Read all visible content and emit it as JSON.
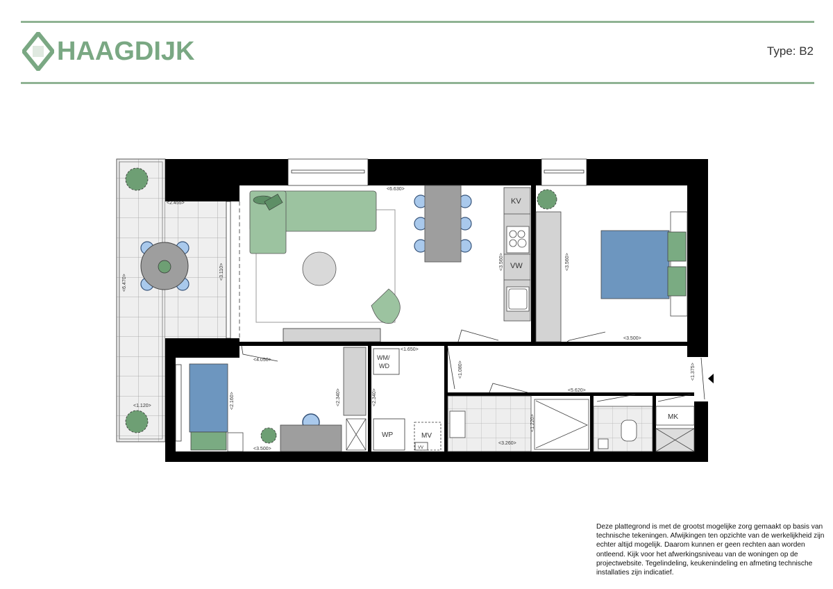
{
  "header": {
    "brand": "HAAGDIJK",
    "type_label": "Type: B2"
  },
  "colors": {
    "brand_green": "#7aa883",
    "sofa_green": "#9cc3a0",
    "bed_blue": "#6d96bf",
    "chair_blue": "#a9c9ec",
    "wall": "#000000"
  },
  "plan": {
    "dimensions": {
      "balcony_width": "<2.455>",
      "balcony_length": "<6.470>",
      "balcony_glazing": "<3.110>",
      "balcony_bottom": "<1.120>",
      "living_length": "<6.630>",
      "kitchen_depth": "<3.560>",
      "bedroom_depth": "<3.560>",
      "bedroom_width": "<3.500>",
      "bedroom2_length": "<4.050>",
      "bedroom2_width": "<3.500>",
      "bedroom2_depth": "<2.160>",
      "closet_depth": "<2.340>",
      "utility_depth": "<2.340>",
      "utility_width": "<1.650>",
      "hall_width": "<1.080>",
      "hall_length": "<5.620>",
      "entrance_width": "<1.375>",
      "bathroom_depth": "<1.220>",
      "bathroom_width": "<3.260>"
    },
    "labels": {
      "fridge": "KV",
      "dishwasher": "VW",
      "washer_dryer_line1": "WM/",
      "washer_dryer_line2": "WD",
      "heat_pump": "WP",
      "ventilation": "MV",
      "floor_heating": "VV",
      "meter_cupboard": "MK"
    }
  },
  "disclaimer": "Deze plattegrond is met de grootst mogelijke zorg gemaakt op basis van technische tekeningen. Afwijkingen ten opzichte van de werkelijkheid zijn echter altijd mogelijk. Daarom kunnen er geen rechten aan worden ontleend. Kijk voor het afwerkingsniveau van de woningen op de projectwebsite. Tegelindeling, keukenindeling en afmeting technische installaties zijn indicatief."
}
